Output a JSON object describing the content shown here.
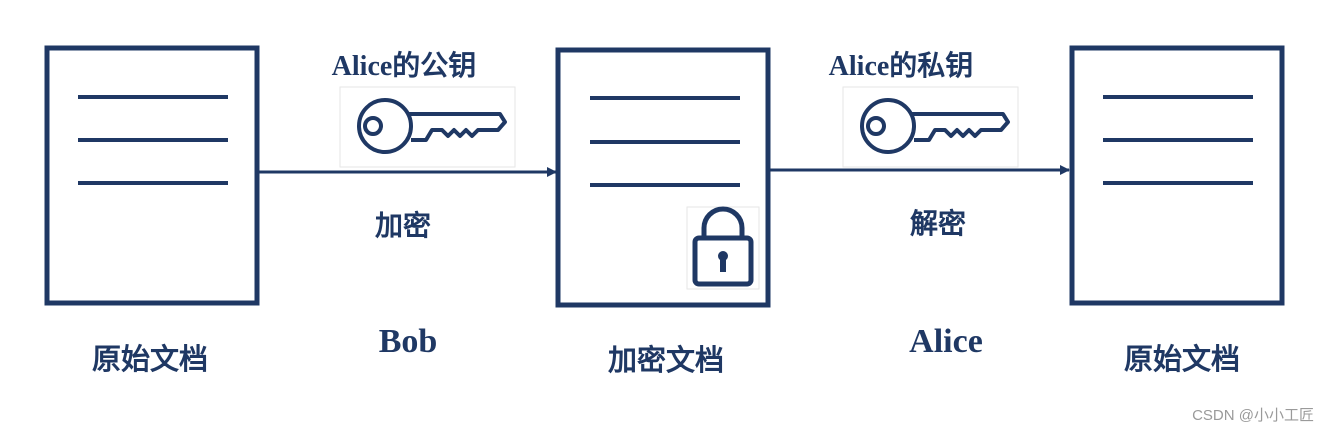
{
  "colors": {
    "ink": "#1f3864",
    "frame": "#e6e6e6",
    "watermark": "#9a9a9a"
  },
  "key_public": {
    "label": "Alice的公钥",
    "icon": "key-icon"
  },
  "key_private": {
    "label": "Alice的私钥",
    "icon": "key-icon"
  },
  "step_encrypt": {
    "action": "加密",
    "actor": "Bob"
  },
  "step_decrypt": {
    "action": "解密",
    "actor": "Alice"
  },
  "documents": {
    "original_left": "原始文档",
    "encrypted": "加密文档",
    "original_right": "原始文档"
  },
  "lock": {
    "icon": "lock-icon"
  },
  "watermark": "CSDN @小小工匠"
}
